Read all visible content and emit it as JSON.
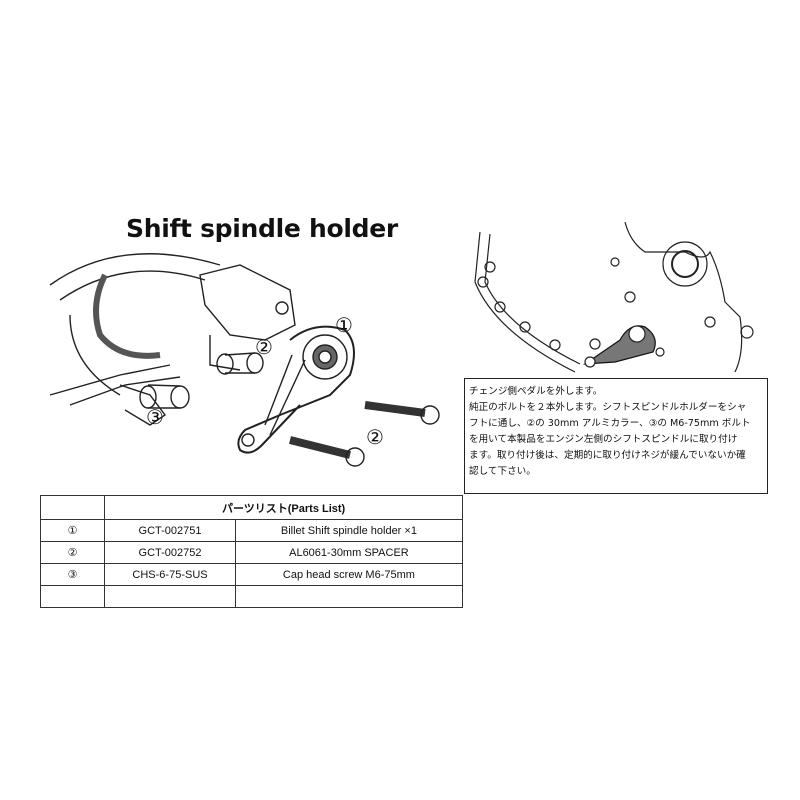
{
  "title": "Shift spindle holder",
  "callouts": {
    "c1": "①",
    "c2a": "②",
    "c2b": "②",
    "c3": "③"
  },
  "instructions": [
    "チェンジ側ペダルを外します。",
    "純正のボルトを２本外します。シフトスピンドルホルダーをシャ",
    "フトに通し、②の 30mm アルミカラー、③の M6-75mm ボルト",
    "を用いて本製品をエンジン左側のシフトスピンドルに取り付け",
    "ます。取り付け後は、定期的に取り付けネジが緩んでいないか確",
    "認して下さい。"
  ],
  "parts_list": {
    "header": "パーツリスト(Parts List)",
    "rows": [
      {
        "no": "①",
        "code": "GCT-002751",
        "desc": "Billet Shift spindle holder  ×1"
      },
      {
        "no": "②",
        "code": "GCT-002752",
        "desc": "AL6061-30mm SPACER"
      },
      {
        "no": "③",
        "code": "CHS-6-75-SUS",
        "desc": "Cap head screw M6-75mm"
      },
      {
        "no": "",
        "code": "",
        "desc": ""
      }
    ]
  }
}
